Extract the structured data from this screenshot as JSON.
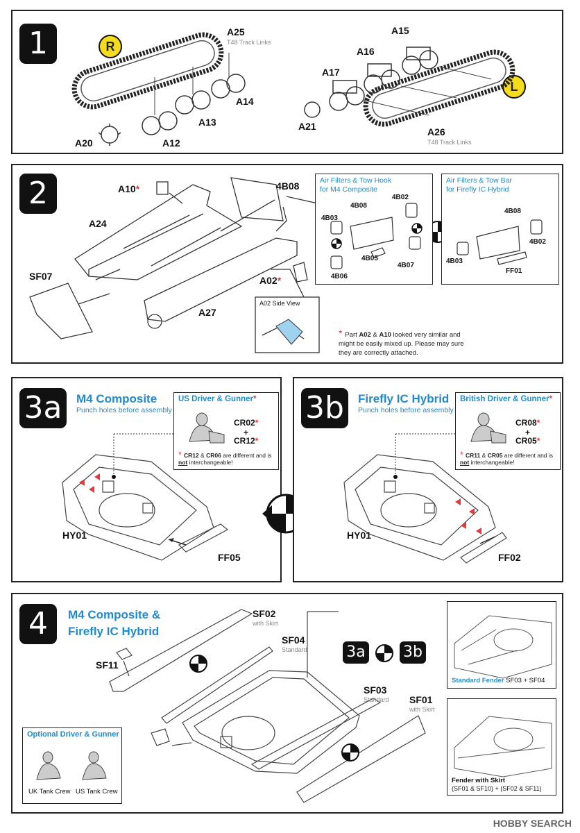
{
  "step1": {
    "number": "1",
    "right_badge": "R",
    "left_badge": "L",
    "parts": [
      "A25",
      "A14",
      "A13",
      "A12",
      "A20",
      "A15",
      "A16",
      "A17",
      "A21",
      "A26"
    ],
    "a25_sub": "T48 Track Links",
    "a26_sub": "T48 Track Links"
  },
  "step2": {
    "number": "2",
    "a10": "A10",
    "a24": "A24",
    "sf07": "SF07",
    "a27": "A27",
    "a02": "A02",
    "b08": "4B08",
    "boxA_title": "Air Filters & Tow Hook\nfor M4 Composite",
    "boxA_parts": [
      "4B02",
      "4B08",
      "4B03",
      "4B05",
      "4B07",
      "4B06"
    ],
    "boxB_title": "Air Filters & Tow Bar\nfor Firefly IC Hybrid",
    "boxB_parts": [
      "4B08",
      "4B02",
      "4B03",
      "FF01"
    ],
    "side_view": "A02 Side View",
    "note_prefix": "Part ",
    "note_a02": "A02",
    "note_amp": " & ",
    "note_a10": "A10",
    "note_rest": " looked very similar and might be easily mixed up.  Please may sure they are correctly attached."
  },
  "step3a": {
    "number": "3a",
    "title": "M4 Composite",
    "subtitle": "Punch holes before assembly",
    "box_title": "US Driver & Gunner",
    "cr_a": "CR02",
    "plus": "+",
    "cr_b": "CR12",
    "warn_a": "CR12",
    "warn_amp": " & ",
    "warn_b": "CR06",
    "warn_mid": " are different and is ",
    "warn_not": "not",
    "warn_end": " interchangeable!",
    "hy": "HY01",
    "ff": "FF05"
  },
  "step3b": {
    "number": "3b",
    "title": "Firefly IC Hybrid",
    "subtitle": "Punch holes before assembly",
    "box_title": "British Driver & Gunner",
    "cr_a": "CR08",
    "plus": "+",
    "cr_b": "CR05",
    "warn_a": "CR11",
    "warn_amp": " & ",
    "warn_b": "CR05",
    "warn_mid": " are different and is ",
    "warn_not": "not",
    "warn_end": " interchangeable!",
    "hy": "HY01",
    "ff": "FF02"
  },
  "step4": {
    "number": "4",
    "title_line1": "M4 Composite &",
    "title_line2": "Firefly IC Hybrid",
    "sf02": "SF02",
    "sf02_sub": "with Skirt",
    "sf04": "SF04",
    "sf04_sub": "Standard",
    "sf11": "SF11",
    "sf03": "SF03",
    "sf03_sub": "Standard",
    "sf01": "SF01",
    "sf01_sub": "with Skirt",
    "ref_a": "3a",
    "ref_b": "3b",
    "opt_title": "Optional Driver & Gunner",
    "uk_crew": "UK Tank Crew",
    "us_crew": "US Tank Crew",
    "std_fender_title": "Standard Fender",
    "std_fender_parts": "SF03 + SF04",
    "skirt_fender_title": "Fender with Skirt",
    "skirt_fender_parts": "(SF01 & SF10) + (SF02 & SF11)"
  },
  "watermark": "HOBBY SEARCH",
  "colors": {
    "blue": "#1f8ad0",
    "red": "#e23b3b",
    "badge_yellow": "#f6dc1c"
  }
}
